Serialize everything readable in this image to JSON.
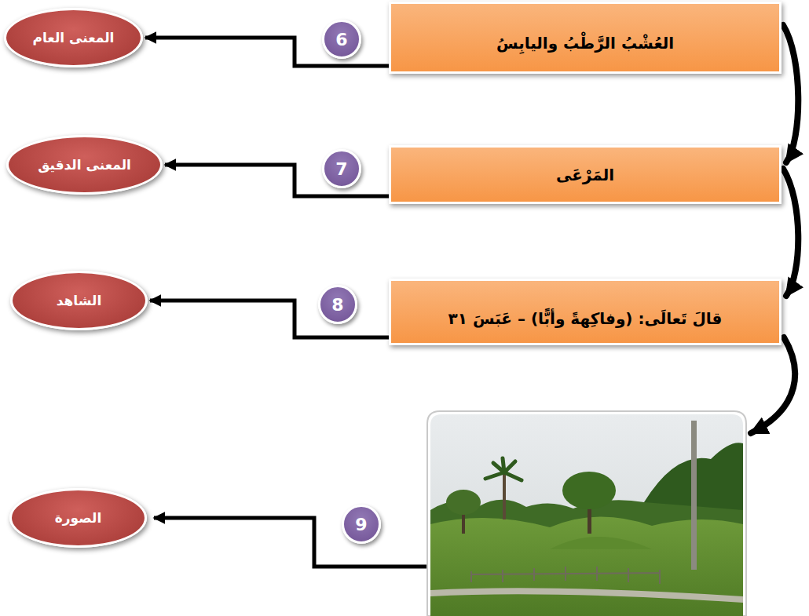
{
  "diagram": {
    "nodes": [
      {
        "text": [
          "العُشْبُ الرَّطْبُ واليابِسُ"
        ]
      },
      {
        "text": [
          "6"
        ]
      },
      {
        "text": [
          "المعنى العام"
        ]
      },
      {
        "text": [
          "المَرْعَى"
        ]
      },
      {
        "text": [
          "7"
        ]
      },
      {
        "text": [
          "المعنى الدقيق"
        ]
      },
      {
        "text": [
          "قالَ تَعالَى: (وفاكِهةً وأبًّا) – عَبَسَ ٣١"
        ]
      },
      {
        "text": [
          "8"
        ]
      },
      {
        "text": [
          "الشاهد"
        ]
      },
      {
        "text": [
          "9"
        ]
      },
      {
        "text": [
          "الصورة"
        ]
      }
    ],
    "edges": [
      {
        "from": 0,
        "to": 2,
        "arrow": "to"
      },
      {
        "from": 3,
        "to": 5,
        "arrow": "to"
      },
      {
        "from": 6,
        "to": 8,
        "arrow": "to"
      },
      {
        "from": 0,
        "to": 3,
        "arrow": "to"
      },
      {
        "from": 3,
        "to": 6,
        "arrow": "to"
      }
    ]
  }
}
